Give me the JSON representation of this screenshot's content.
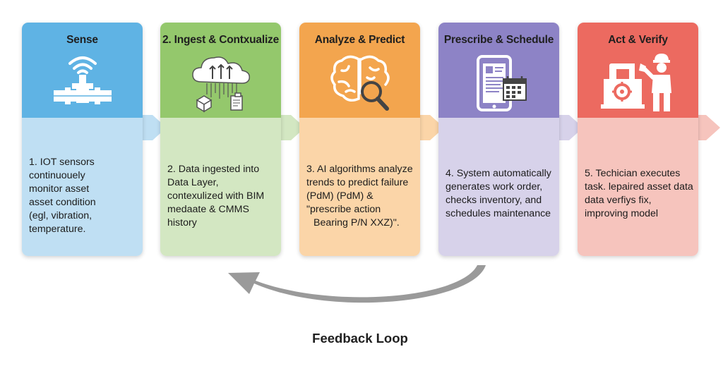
{
  "steps": [
    {
      "title": "Sense",
      "icon": "iot-sensor-pipe-icon",
      "description": [
        "1. IOT sensors",
        "continuouely",
        "monitor asset",
        "asset condition",
        "(egl, vibration,",
        "temperature."
      ]
    },
    {
      "title": "2. Ingest & Contxualize",
      "icon": "cloud-data-ingest-icon",
      "description": [
        "2. Data ingested into",
        "Data Layer,",
        "contexulized with BIM",
        "medaate & CMMS",
        "history"
      ]
    },
    {
      "title": "Analyze & Predict",
      "icon": "brain-magnifier-icon",
      "description": [
        "3. AI algorithms analyze",
        "trends to predict failure",
        "(PdM) (PdM) &",
        "\"prescribe action",
        "Bearing P/N XXZ)\"."
      ]
    },
    {
      "title": "Prescribe & Schedule",
      "icon": "tablet-calendar-icon",
      "description": [
        "4. System automatically",
        "generates work order,",
        "checks inventory, and",
        "schedules maintenance"
      ]
    },
    {
      "title": "Act & Verify",
      "icon": "technician-machine-icon",
      "description": [
        "5. Techician executes",
        "task. lepaired asset data",
        "data verfiys fix,",
        "improving model"
      ]
    }
  ],
  "feedback": {
    "label": "Feedback Loop"
  },
  "colors": {
    "sense": "#5fb3e4",
    "ingest": "#94c86c",
    "analyze": "#f3a54e",
    "prescribe": "#8d83c6",
    "act": "#ec6a60",
    "feedback_arrow": "#9a9a9a"
  }
}
